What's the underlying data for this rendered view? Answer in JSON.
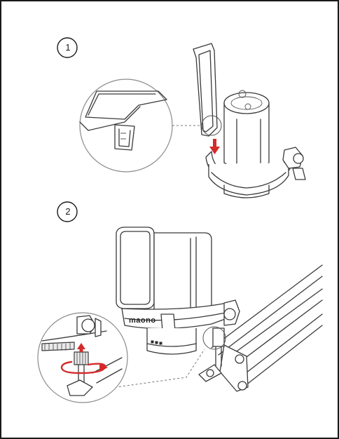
{
  "steps": [
    {
      "number": "1"
    },
    {
      "number": "2"
    }
  ],
  "brand_label": "maono",
  "icons": [
    "arrow-down-icon",
    "arrow-up-icon",
    "rotate-arrow-icon"
  ],
  "colors": {
    "accent": "#d42a2a",
    "line": "#3a3a3a",
    "frame": "#1a1a1a"
  }
}
